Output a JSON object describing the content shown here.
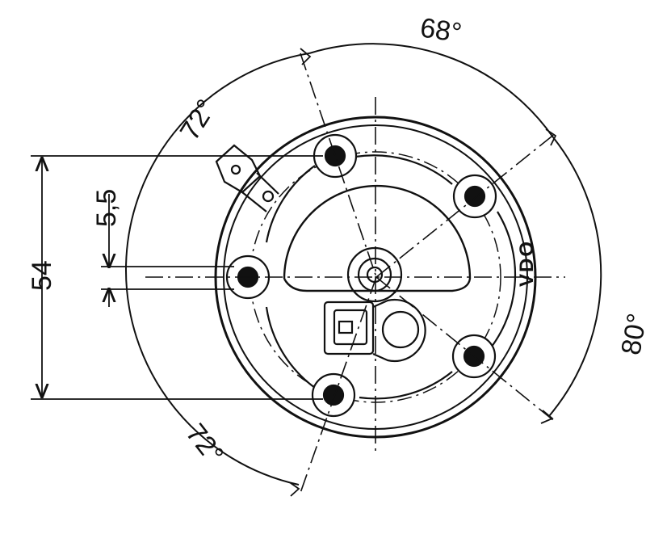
{
  "drawing": {
    "dimensions": {
      "angle_top": "68°",
      "angle_upper_left": "72°",
      "angle_lower_left": "72°",
      "angle_right": "80°",
      "height_overall": "54",
      "offset_small": "5,5"
    },
    "brand_mark": "VDO",
    "colors": {
      "line": "#111111",
      "background": "#ffffff"
    }
  }
}
